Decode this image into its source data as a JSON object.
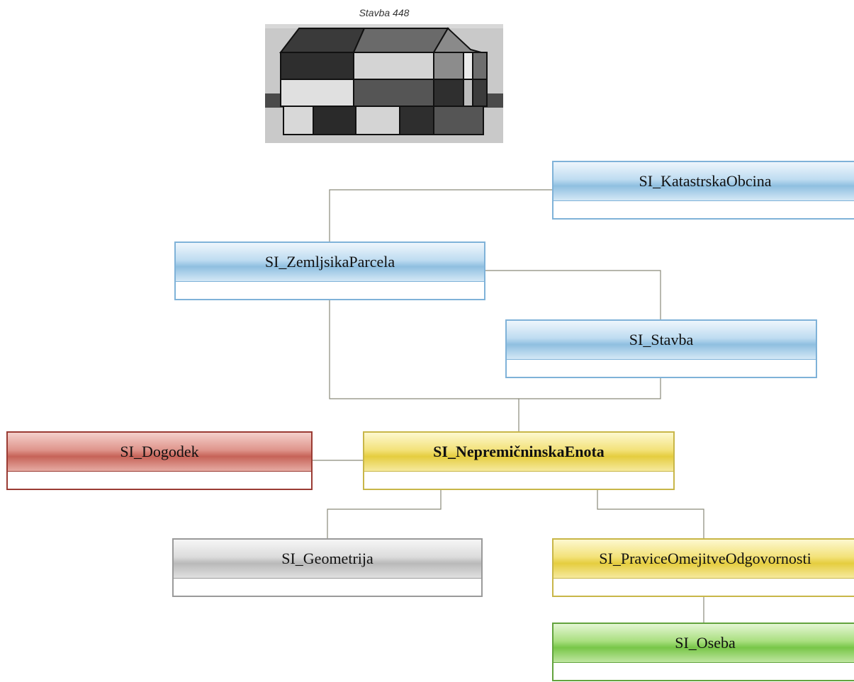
{
  "figure": {
    "caption": "Stavba 448"
  },
  "classes": {
    "katastrska_obcina": "SI_KatastrskaObcina",
    "zemljiska_parcela": "SI_ZemljsikaParcela",
    "stavba": "SI_Stavba",
    "dogodek": "SI_Dogodek",
    "nepremicninska_enota": "SI_NepremičninskaEnota",
    "geometrija": "SI_Geometrija",
    "pravice": "SI_PraviceOmejitveOdgovornosti",
    "oseba": "SI_Oseba"
  },
  "colors": {
    "blue": "#7fb2d8",
    "red": "#9a3b33",
    "yellow": "#c8b648",
    "gray": "#9a9a9a",
    "green": "#62a33d",
    "connector": "#8a8a7a"
  }
}
